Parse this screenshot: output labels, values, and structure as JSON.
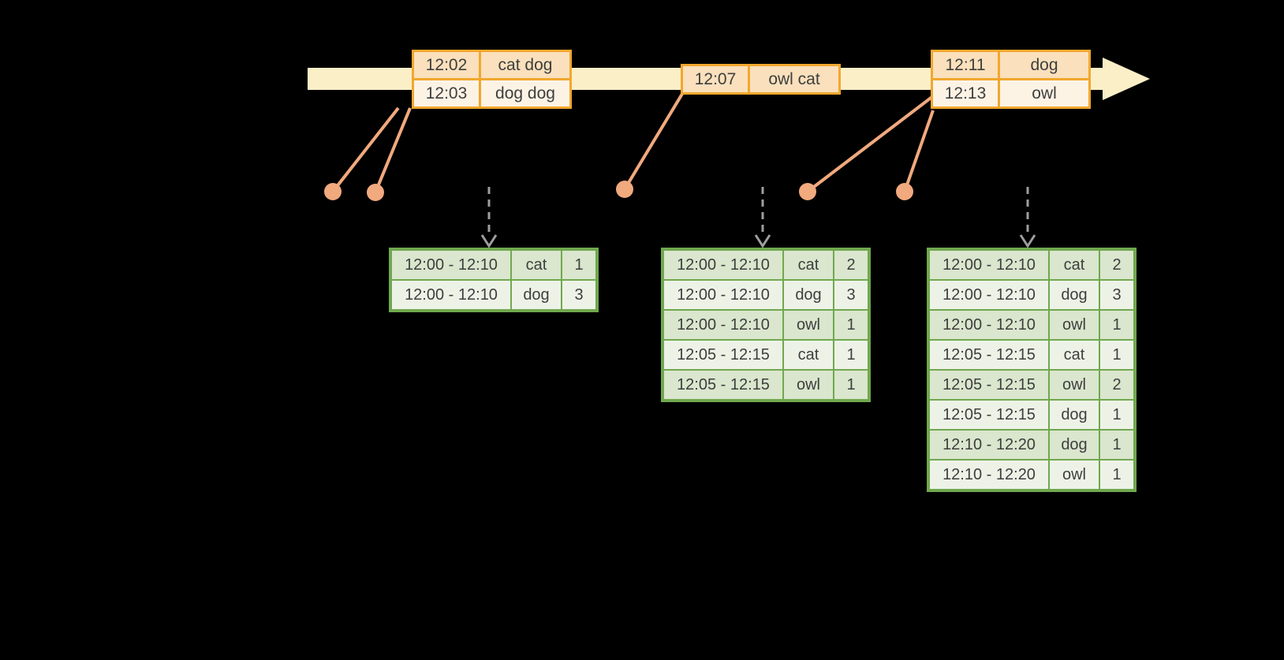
{
  "colors": {
    "background": "#000000",
    "timeline_band": "#FBEFC7",
    "event_border": "#F2A72E",
    "event_row_odd": "#FAE0BC",
    "event_row_even": "#FDF3E5",
    "connector": "#F1A97E",
    "trigger_arrow": "#9E9E9E",
    "result_border": "#70A84F",
    "result_row_odd": "#DAE6CD",
    "result_row_even": "#EDF2E7",
    "text": "#3E3E3E"
  },
  "icons": {
    "timeline_arrow_head": "css-triangle-pointing-right",
    "trigger_arrow": "dashed-down-arrow-with-chevron",
    "event_marker_dot": "filled-circle"
  },
  "event_tables": [
    {
      "rows": [
        {
          "time": "12:02",
          "words": "cat dog"
        },
        {
          "time": "12:03",
          "words": "dog dog"
        }
      ]
    },
    {
      "rows": [
        {
          "time": "12:07",
          "words": "owl cat"
        }
      ]
    },
    {
      "rows": [
        {
          "time": "12:11",
          "words": "dog"
        },
        {
          "time": "12:13",
          "words": "owl"
        }
      ]
    }
  ],
  "result_tables": [
    {
      "rows": [
        [
          "12:00 - 12:10",
          "cat",
          "1"
        ],
        [
          "12:00 - 12:10",
          "dog",
          "3"
        ]
      ]
    },
    {
      "rows": [
        [
          "12:00 - 12:10",
          "cat",
          "2"
        ],
        [
          "12:00 - 12:10",
          "dog",
          "3"
        ],
        [
          "12:00 - 12:10",
          "owl",
          "1"
        ],
        [
          "12:05 - 12:15",
          "cat",
          "1"
        ],
        [
          "12:05 - 12:15",
          "owl",
          "1"
        ]
      ]
    },
    {
      "rows": [
        [
          "12:00 - 12:10",
          "cat",
          "2"
        ],
        [
          "12:00 - 12:10",
          "dog",
          "3"
        ],
        [
          "12:00 - 12:10",
          "owl",
          "1"
        ],
        [
          "12:05 - 12:15",
          "cat",
          "1"
        ],
        [
          "12:05 - 12:15",
          "owl",
          "2"
        ],
        [
          "12:05 - 12:15",
          "dog",
          "1"
        ],
        [
          "12:10 - 12:20",
          "dog",
          "1"
        ],
        [
          "12:10 - 12:20",
          "owl",
          "1"
        ]
      ]
    }
  ]
}
